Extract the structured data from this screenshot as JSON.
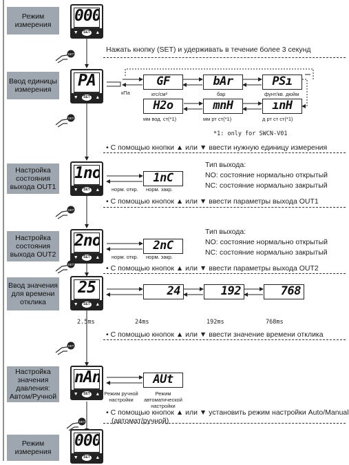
{
  "steps": [
    {
      "label": "Режим измерения",
      "display": "000"
    },
    {
      "label": "Ввод единицы измерения",
      "display": "PA"
    },
    {
      "label": "Настройка состояния выхода OUT1",
      "display": "1no"
    },
    {
      "label": "Настройка состояния выхода OUT2",
      "display": "2no"
    },
    {
      "label": "Ввод значения для времени отклика",
      "display": "25"
    },
    {
      "label": "Настройка значения давления: Автом/Ручной",
      "display": "nAn"
    },
    {
      "label": "Режим измерения",
      "display": "000"
    }
  ],
  "device": {
    "btn_left": "▼",
    "btn_set": "SET",
    "btn_right": "▲"
  },
  "instructions": {
    "hold_set": "Нажать кнопку (SET) и удерживать в течение более 3 секунд",
    "unit": "• С помощью кнопки ▲ или ▼ ввести нужную единицу измерения",
    "out1": "• С помощью кнопок ▲ или ▼ ввести параметры выхода OUT1",
    "out2": "• С помощью кнопок ▲ или ▼ ввести параметры выхода OUT2",
    "response": "• С помощью кнопок ▲ или ▼ ввести значение времени отклика",
    "auto_manual_1": "• С помощью кнопок ▲ или ▼ установить режим настройки Auto/Manual",
    "auto_manual_2": "(автомат/ручной)"
  },
  "units": {
    "kpa": "кПа",
    "gf": {
      "display": "GF",
      "label": "кгс/см²"
    },
    "bar": {
      "display": "bAr",
      "label": "бар"
    },
    "psi": {
      "display": "PSı",
      "label": "фунт/кв. дюйм"
    },
    "h2o": {
      "display": "H2o",
      "label": "мм вод. ст(*1)"
    },
    "mmhg": {
      "display": "mnH",
      "label": "мм рт ст(*1)"
    },
    "inhg": {
      "display": "ınH",
      "label": "д рт ст ст(*1)"
    },
    "footnote": "*1: only for SWCN-V01"
  },
  "out1": {
    "alt_display": "1nC",
    "no_label": "норм. откр.",
    "nc_label": "норм. закр.",
    "type_title": "Тип выхода:",
    "type_no": "NO: состояние нормально открытый",
    "type_nc": "NC: состояние нормально закрытый"
  },
  "out2": {
    "alt_display": "2nC",
    "no_label": "норм. откр.",
    "nc_label": "норм. закр.",
    "type_title": "Тип выхода:",
    "type_no": "NO: состояние нормально открытый",
    "type_nc": "NC: состояние нормально закрытый"
  },
  "response": {
    "d24": "24",
    "d192": "192",
    "d768": "768",
    "l25": "2.5ms",
    "l24": "24ms",
    "l192": "192ms",
    "l768": "768ms"
  },
  "automan": {
    "alt_display": "AUt",
    "manual_1": "Режим ручной",
    "manual_2": "настройки",
    "auto_1": "Режим",
    "auto_2": "автоматической",
    "auto_3": "настройки"
  }
}
